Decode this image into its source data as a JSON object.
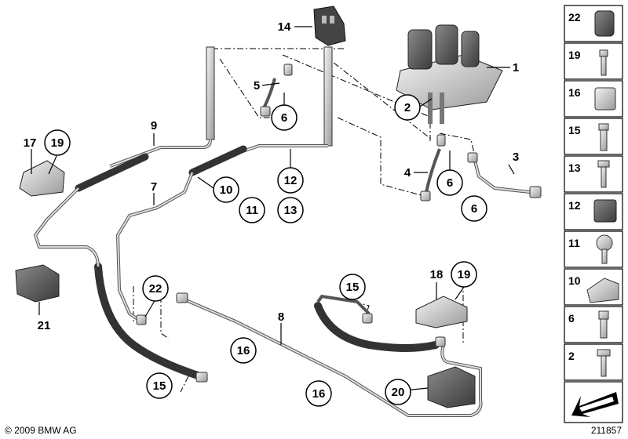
{
  "callouts": [
    {
      "id": "c14",
      "text": "14",
      "circled": false
    },
    {
      "id": "c1",
      "text": "1",
      "circled": false
    },
    {
      "id": "c5",
      "text": "5",
      "circled": false
    },
    {
      "id": "c6a",
      "text": "6",
      "circled": true
    },
    {
      "id": "c2",
      "text": "2",
      "circled": true
    },
    {
      "id": "c9",
      "text": "9",
      "circled": false
    },
    {
      "id": "c17",
      "text": "17",
      "circled": false
    },
    {
      "id": "c19a",
      "text": "19",
      "circled": true
    },
    {
      "id": "c7",
      "text": "7",
      "circled": false
    },
    {
      "id": "c10",
      "text": "10",
      "circled": true
    },
    {
      "id": "c11",
      "text": "11",
      "circled": true
    },
    {
      "id": "c12",
      "text": "12",
      "circled": true
    },
    {
      "id": "c13",
      "text": "13",
      "circled": true
    },
    {
      "id": "c4",
      "text": "4",
      "circled": false
    },
    {
      "id": "c6b",
      "text": "6",
      "circled": true
    },
    {
      "id": "c3",
      "text": "3",
      "circled": false
    },
    {
      "id": "c6c",
      "text": "6",
      "circled": true
    },
    {
      "id": "c21",
      "text": "21",
      "circled": false
    },
    {
      "id": "c22",
      "text": "22",
      "circled": true
    },
    {
      "id": "c15a",
      "text": "15",
      "circled": true
    },
    {
      "id": "c8",
      "text": "8",
      "circled": false
    },
    {
      "id": "c16a",
      "text": "16",
      "circled": true
    },
    {
      "id": "c18",
      "text": "18",
      "circled": false
    },
    {
      "id": "c19b",
      "text": "19",
      "circled": true
    },
    {
      "id": "c15b",
      "text": "15",
      "circled": true
    },
    {
      "id": "c16b",
      "text": "16",
      "circled": true
    },
    {
      "id": "c20",
      "text": "20",
      "circled": true
    }
  ],
  "sidebar": [
    "22",
    "19",
    "16",
    "15",
    "13",
    "12",
    "11",
    "10",
    "6",
    "2"
  ],
  "footer": {
    "copyright": "© 2009 BMW AG",
    "doc_id": "211857"
  }
}
